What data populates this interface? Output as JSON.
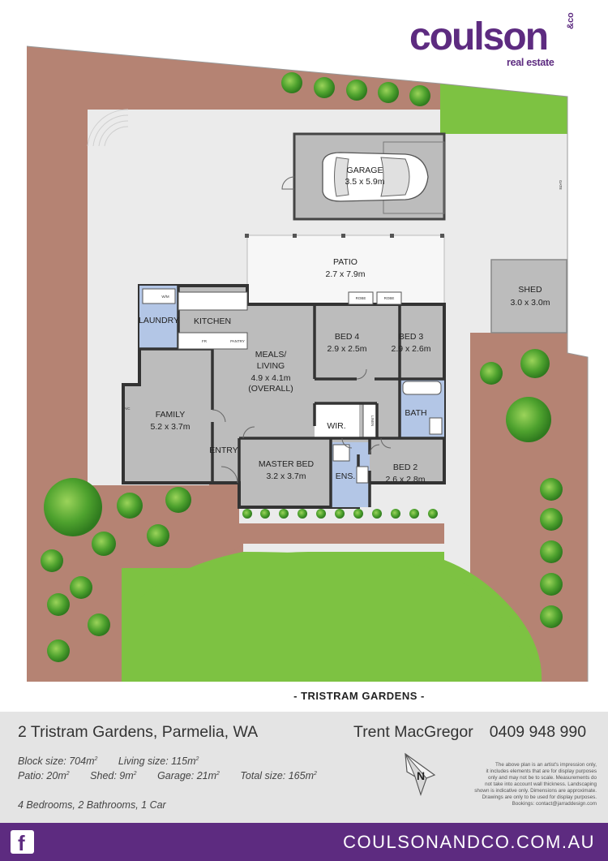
{
  "brand": {
    "name": "coulson",
    "co": "&co",
    "tagline": "real estate",
    "color": "#5d2b80"
  },
  "plan": {
    "rooms": {
      "garage": {
        "name": "GARAGE",
        "size": "3.5 x 5.9m"
      },
      "patio": {
        "name": "PATIO",
        "size": "2.7 x 7.9m"
      },
      "shed": {
        "name": "SHED",
        "size": "3.0 x 3.0m"
      },
      "laundry": {
        "name": "LAUNDRY"
      },
      "kitchen": {
        "name": "KITCHEN"
      },
      "meals": {
        "name1": "MEALS/",
        "name2": "LIVING",
        "size": "4.9 x 4.1m",
        "note": "(OVERALL)"
      },
      "bed4": {
        "name": "BED 4",
        "size": "2.9 x 2.5m"
      },
      "bed3": {
        "name": "BED 3",
        "size": "2.9 x 2.6m"
      },
      "family": {
        "name": "FAMILY",
        "size": "5.2 x 3.7m"
      },
      "wir": {
        "name": "WIR."
      },
      "linen": {
        "name": "LINEN"
      },
      "bath": {
        "name": "BATH"
      },
      "entry": {
        "name": "ENTRY"
      },
      "master": {
        "name": "MASTER BED",
        "size": "3.2 x 3.7m"
      },
      "ens": {
        "name": "ENS."
      },
      "bed2": {
        "name": "BED 2",
        "size": "2.6 x 2.8m"
      }
    },
    "fixtures": {
      "robe": "ROBE",
      "fr": "FR",
      "pantry": "PANTRY",
      "wm": "W/M",
      "gate": "GATE",
      "ac": "A/C"
    },
    "street": "- TRISTRAM GARDENS -"
  },
  "info": {
    "address": "2 Tristram Gardens, Parmelia, WA",
    "agent_name": "Trent MacGregor",
    "agent_phone": "0409 948 990",
    "block_label": "Block size: 704m",
    "living_label": "Living size: 115m",
    "patio_label": "Patio: 20m",
    "shed_label": "Shed: 9m",
    "garage_label": "Garage: 21m",
    "total_label": "Total size: 165m",
    "squared": "2",
    "summary": "4 Bedrooms, 2 Bathrooms, 1 Car",
    "compass_letter": "N",
    "disclaimer_lines": [
      "The above plan is an artist's impression only,",
      "it includes elements that are for display purposes",
      "only and may not be to scale. Measurements do",
      "not take into account wall thickness. Landscaping",
      "shown is indicative only. Dimensions are approximate.",
      "Drawings are only to be used for display purposes.",
      "Bookings: contact@jarraddesign.com"
    ]
  },
  "footer": {
    "facebook_letter": "f",
    "website": "COULSONANDCO.COM.AU"
  },
  "colors": {
    "soil": "#b58373",
    "lawn": "#7dc242",
    "paving": "#ebebeb",
    "room": "#bcbcbc",
    "wet_area": "#b3c6e6",
    "footer": "#5d2b80",
    "info_bar": "#e4e4e4"
  }
}
